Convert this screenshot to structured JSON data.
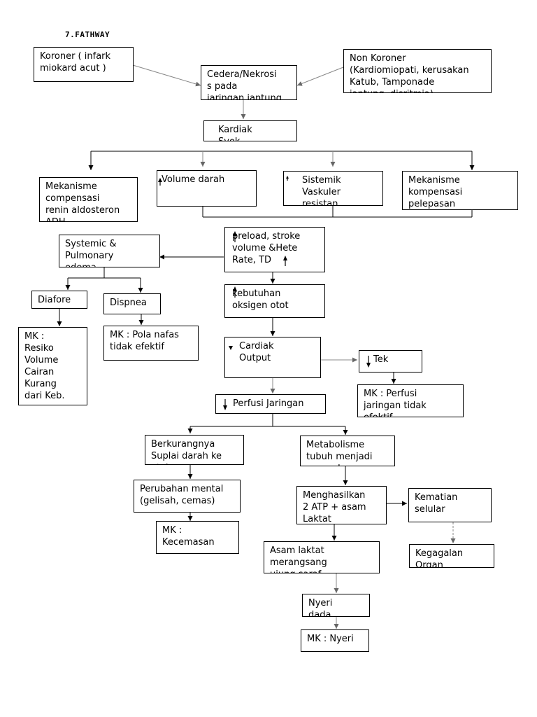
{
  "title": "7.FATHWAY",
  "nodes": {
    "koroner": "Koroner ( infark\nmiokard acut )",
    "cedera": "Cedera/Nekrosi\ns pada\njaringan jantung",
    "non_koroner": "Non Koroner\n(Kardiomiopati, kerusakan\nKatub, Tamponade\njantung, disritmia)",
    "kardiak": "Kardiak\nSyok",
    "mekanisme_renin": "Mekanisme\ncompensasi\nrenin aldosteron\nADH",
    "volume_darah": "Volume darah",
    "sistemik": "Sistemik\nVaskuler\nresistan",
    "mekanisme_pelepasan": "Mekanisme\nkompensasi\npelepasan",
    "preload": "preload, stroke\nvolume &Hete\nRate, TD",
    "systemic": "Systemic &\nPulmonary\nedema",
    "diafore": "Diafore",
    "dispnea": "Dispnea",
    "mk_resiko": "MK :\nResiko\nVolume\nCairan\nKurang\ndari Keb.",
    "mk_pola": "MK : Pola nafas\ntidak efektif",
    "kebutuhan": "kebutuhan\noksigen otot",
    "cardiac_output": "Cardiak\nOutput",
    "tek": "Tek",
    "mk_perfusi": "MK : Perfusi\njaringan tidak\nefektif",
    "perfusi": "Perfusi  Jaringan",
    "berkurang": "Berkurangnya\nSuplai darah ke\notak",
    "metabolisme": "Metabolisme\ntubuh menjadi\nanaerob",
    "perubahan": "Perubahan mental\n(gelisah, cemas)",
    "menghasilkan": "Menghasilkan\n2 ATP + asam\nLaktat",
    "kematian": "Kematian\nselular",
    "mk_kecemasan": "MK :\nKecemasan",
    "asam_laktat": "Asam laktat\nmerangsang\nujung saraf",
    "kegagalan": "Kegagalan\nOrgan",
    "nyeri": "Nyeri\ndada",
    "mk_nyeri": "MK : Nyeri"
  }
}
